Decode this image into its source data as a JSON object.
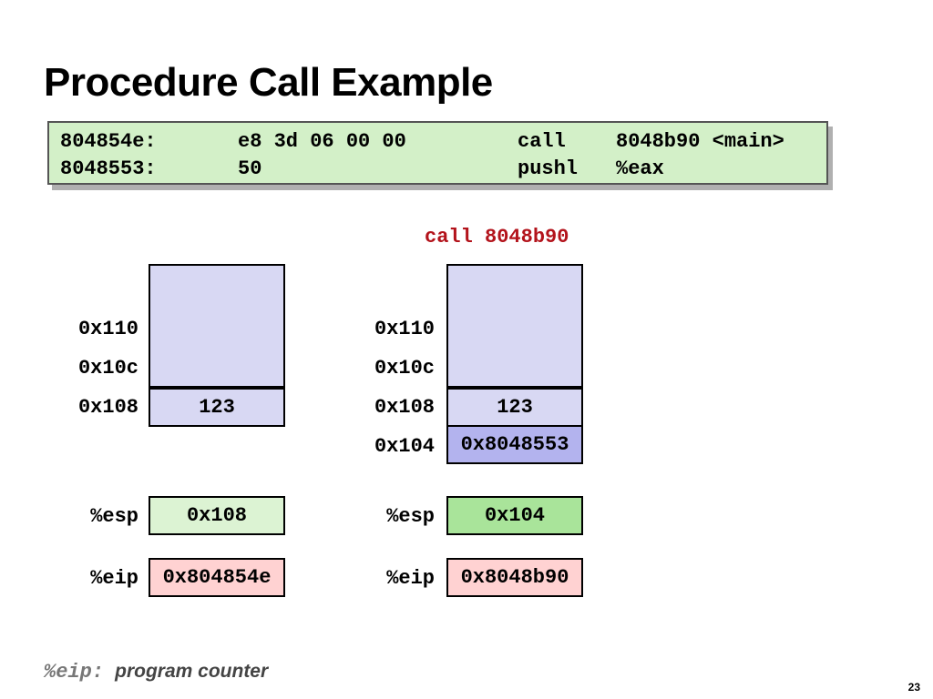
{
  "title": "Procedure Call Example",
  "code": [
    {
      "addr": "804854e:",
      "bytes": "e8 3d 06 00 00",
      "op": "call",
      "arg": "8048b90 <main>"
    },
    {
      "addr": "8048553:",
      "bytes": "50",
      "op": "pushl",
      "arg": "%eax"
    }
  ],
  "call_label": "call 8048b90",
  "before": {
    "addresses": [
      "0x110",
      "0x10c",
      "0x108"
    ],
    "stack_value": "123",
    "esp_label": "%esp",
    "esp_value": "0x108",
    "eip_label": "%eip",
    "eip_value": "0x804854e"
  },
  "after": {
    "addresses": [
      "0x110",
      "0x10c",
      "0x108",
      "0x104"
    ],
    "stack_value": "123",
    "pushed_value": "0x8048553",
    "esp_label": "%esp",
    "esp_value": "0x104",
    "eip_label": "%eip",
    "eip_value": "0x8048b90"
  },
  "footnote": {
    "reg": "%eip:",
    "text": "program counter"
  },
  "page_number": "23",
  "colors": {
    "code_bg": "#d3f0c8",
    "stack_bg": "#d8d8f3",
    "pushed_bg": "#b3b3ee",
    "esp_bg": "#dcf3d3",
    "esp_new_bg": "#a9e49a",
    "eip_bg": "#ffd2d2",
    "call_label": "#b3131b"
  }
}
